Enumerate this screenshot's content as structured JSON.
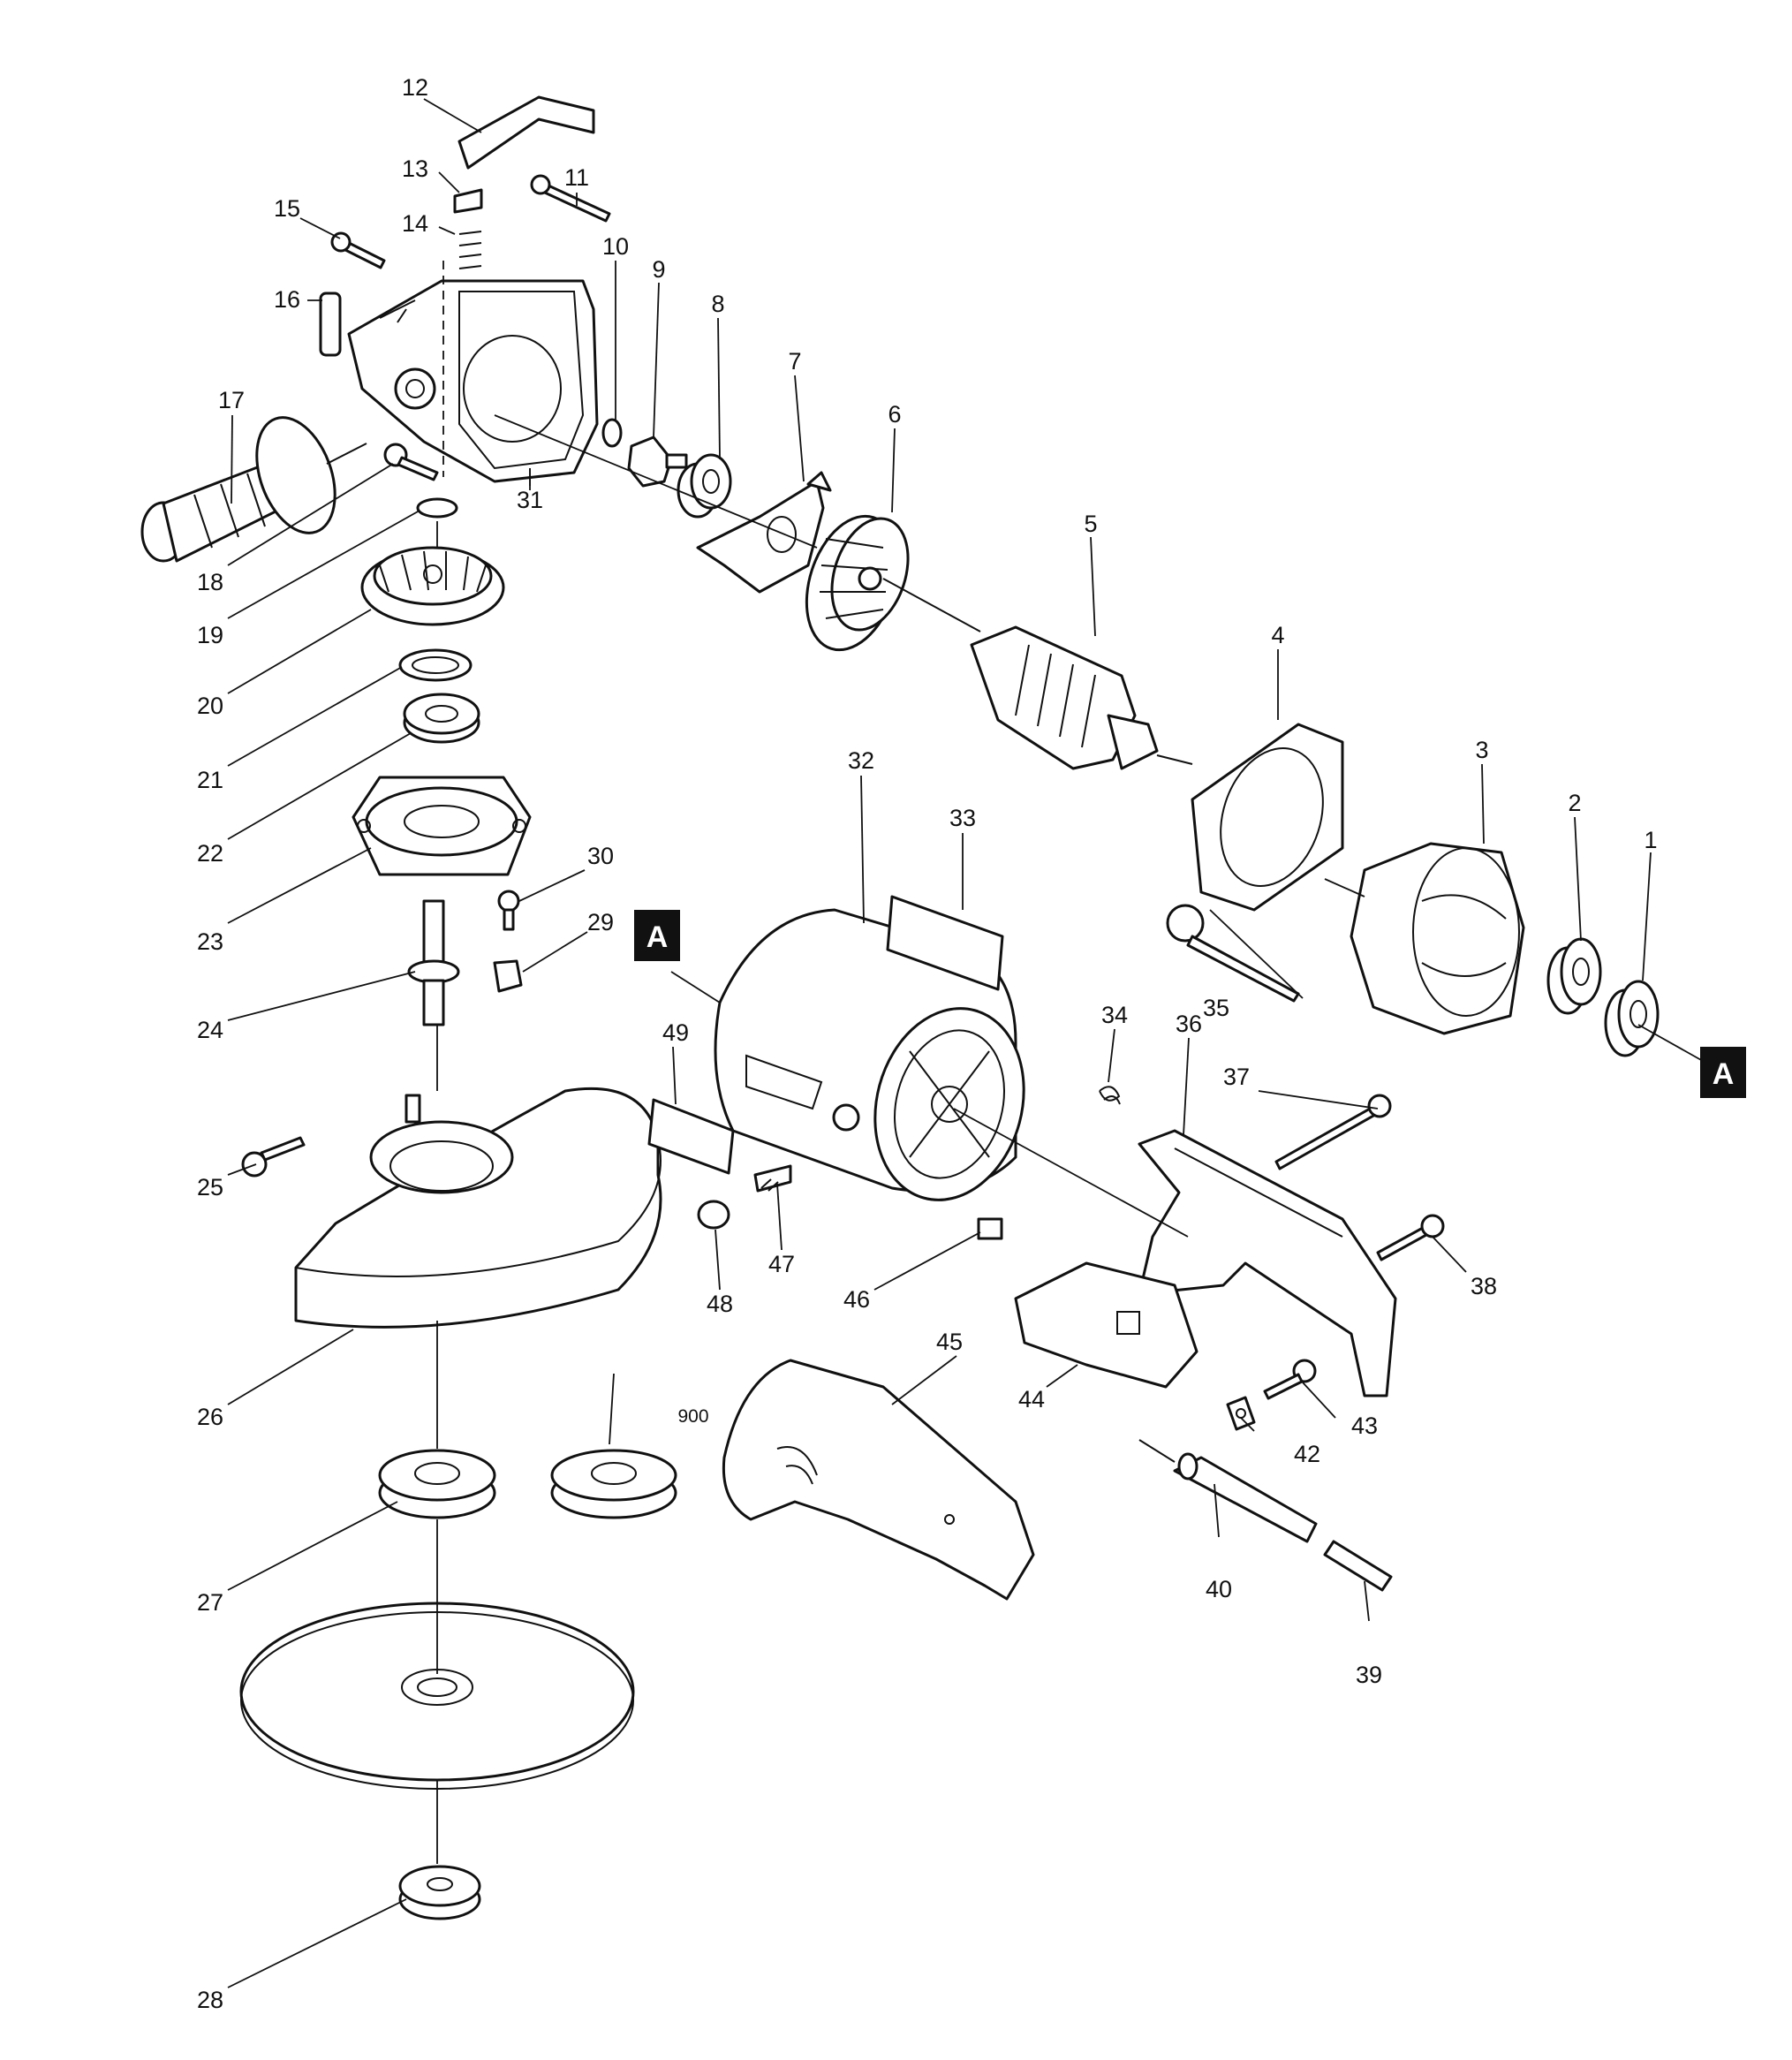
{
  "diagram": {
    "callouts": [
      "1",
      "2",
      "3",
      "4",
      "5",
      "6",
      "7",
      "8",
      "9",
      "10",
      "11",
      "12",
      "13",
      "14",
      "15",
      "16",
      "17",
      "18",
      "19",
      "20",
      "21",
      "22",
      "23",
      "24",
      "25",
      "26",
      "27",
      "28",
      "29",
      "30",
      "31",
      "32",
      "33",
      "34",
      "35",
      "36",
      "37",
      "38",
      "39",
      "40",
      "42",
      "43",
      "44",
      "45",
      "46",
      "47",
      "48",
      "49"
    ],
    "optional_part_label": "900",
    "connector_label": "A"
  }
}
